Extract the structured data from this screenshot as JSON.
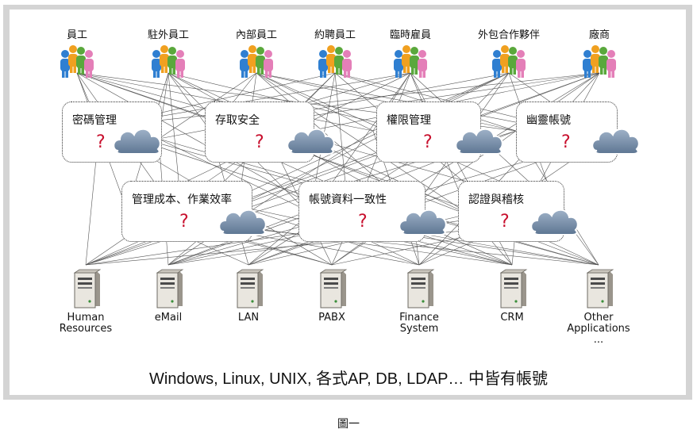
{
  "users": [
    {
      "label": "員工",
      "icon": "people-group-icon"
    },
    {
      "label": "駐外員工",
      "icon": "people-group-icon"
    },
    {
      "label": "內部員工",
      "icon": "people-group-icon"
    },
    {
      "label": "約聘員工",
      "icon": "people-group-icon"
    },
    {
      "label": "臨時雇員",
      "icon": "people-group-icon"
    },
    {
      "label": "外包合作夥伴",
      "icon": "people-group-icon"
    },
    {
      "label": "廠商",
      "icon": "people-group-icon"
    }
  ],
  "issues_top": [
    {
      "title": "密碼管理",
      "mark": "?"
    },
    {
      "title": "存取安全",
      "mark": "?"
    },
    {
      "title": "權限管理",
      "mark": "?"
    },
    {
      "title": "幽靈帳號",
      "mark": "?"
    }
  ],
  "issues_bottom": [
    {
      "title": "管理成本、作業效率",
      "mark": "?"
    },
    {
      "title": "帳號資料一致性",
      "mark": "?"
    },
    {
      "title": "認證與稽核",
      "mark": "?"
    }
  ],
  "systems": [
    {
      "line1": "Human",
      "line2": "Resources",
      "icon": "server-icon"
    },
    {
      "line1": "eMail",
      "line2": "",
      "icon": "server-icon"
    },
    {
      "line1": "LAN",
      "line2": "",
      "icon": "server-icon"
    },
    {
      "line1": "PABX",
      "line2": "",
      "icon": "server-icon"
    },
    {
      "line1": "Finance",
      "line2": "System",
      "icon": "server-icon"
    },
    {
      "line1": "CRM",
      "line2": "",
      "icon": "server-icon"
    },
    {
      "line1": "Other",
      "line2": "Applications",
      "line3": "...",
      "icon": "server-icon"
    }
  ],
  "footer": "Windows, Linux, UNIX, 各式AP, DB, LDAP… 中皆有帳號",
  "caption": "圖一",
  "colors": {
    "frame": "#d4d4d4",
    "question_mark": "#c8102e",
    "cloud": "#6f86a3",
    "person_blue": "#2f7fd1",
    "person_orange": "#f0a020",
    "person_green": "#5aa83c",
    "person_pink": "#e47fb8"
  }
}
